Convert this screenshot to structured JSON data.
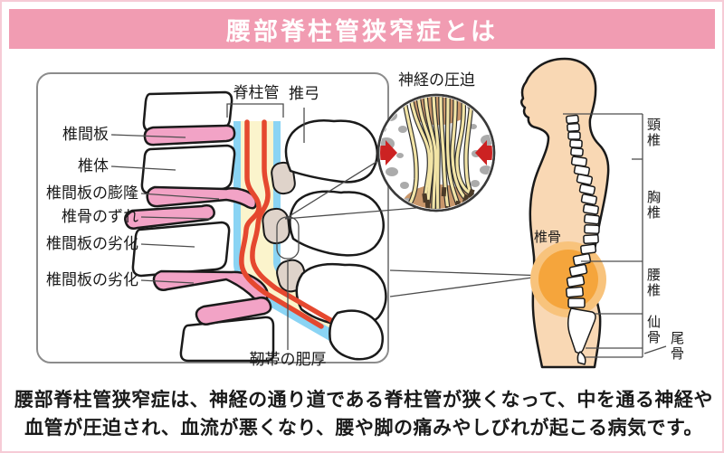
{
  "header": {
    "title": "腰部脊柱管狭窄症とは"
  },
  "main_diagram": {
    "canal_label": "脊柱管",
    "arch_label": "推弓",
    "ligament_label": "靭帯の肥厚",
    "left_labels": [
      "椎間板",
      "椎体",
      "椎間板の膨隆",
      "椎骨のずれ",
      "椎間板の劣化",
      "椎間板の劣化"
    ]
  },
  "inset": {
    "label": "神経の圧迫"
  },
  "body_figure": {
    "vertebra_label": "椎骨",
    "spine_sections": [
      "頸椎",
      "胸椎",
      "腰椎",
      "仙骨",
      "尾骨"
    ]
  },
  "description": {
    "line1": "腰部脊柱管狭窄症は、神経の通り道である脊柱管が狭くなって、中を通る神経や",
    "line2": "血管が圧迫され、血流が悪くなり、腰や脚の痛みやしびれが起こる病気です。"
  },
  "colors": {
    "header-pink": "#F19CB2",
    "frame-pink": "#F6CBD6",
    "disc-pink": "#F2A3C6",
    "canal-blue": "#8AD4F4",
    "canal-cream": "#FBF4CC",
    "nerve-red": "#E5482F",
    "facet-beige": "#DFD3CA",
    "skin": "#F9D8B4",
    "highlight-orange": "#F5A53C",
    "highlight-orange-halo": "#F8C37C",
    "bone-gray": "#ABABAB",
    "arrow-red": "#CC2222",
    "fiber-yellow": "#F2E4A6",
    "fiber-tip-brown": "#4A3A28",
    "inset-tan": "#C9976B",
    "ink": "#1a1a1a",
    "line-gray": "#4d4d4d"
  }
}
